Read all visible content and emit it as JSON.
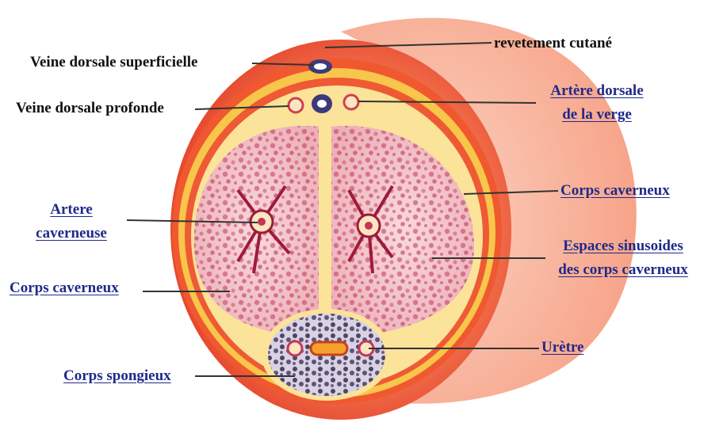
{
  "labels": {
    "revetement_cutane": "revetement cutané",
    "veine_dorsale_superficielle": "Veine dorsale superficielle",
    "veine_dorsale_profonde": "Veine dorsale profonde",
    "artere_dorsale_line1": "Artère dorsale",
    "artere_dorsale_line2": "de la verge",
    "corps_caverneux_right": "Corps caverneux",
    "artere_caverneuse_line1": "Artere",
    "artere_caverneuse_line2": "caverneuse",
    "espaces_sinusoides_line1": "Espaces sinusoides",
    "espaces_sinusoides_line2": "des corps caverneux",
    "corps_caverneux_left": "Corps caverneux",
    "uretre": "Urètre",
    "corps_spongieux": "Corps spongieux"
  },
  "colors": {
    "skin_outer": "#e8402a",
    "skin_fade": "#f6a58e",
    "fat_layer": "#f6c94a",
    "albuginea": "#fbe6a0",
    "cavernous_tissue": "#f3c6cc",
    "sinus_dots": "#c4365b",
    "spongy_tissue": "#7b6d8e",
    "label_link": "#1f2a8a",
    "leader_line": "#333333"
  }
}
